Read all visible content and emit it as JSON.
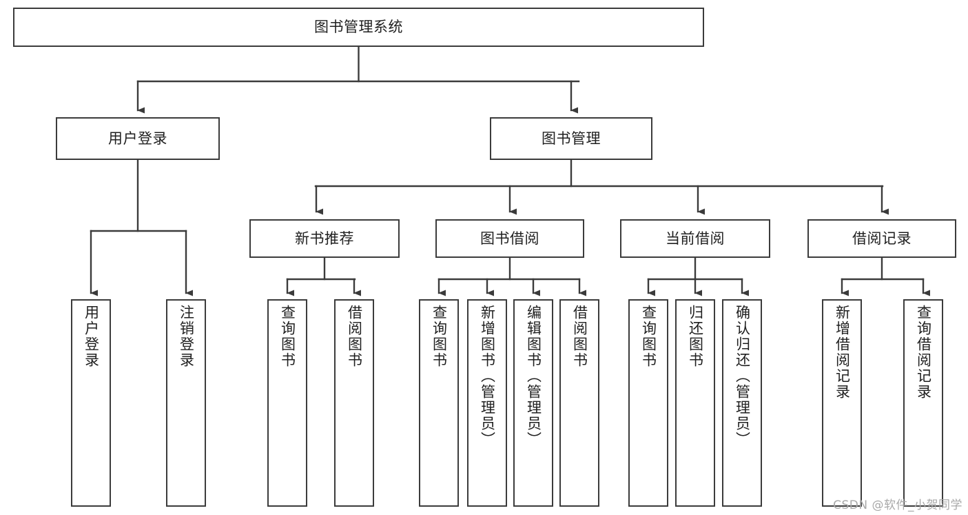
{
  "diagram": {
    "type": "hierarchy-tree",
    "title": "图书管理系统",
    "orientation": "top-down",
    "colors": {
      "box_border": "#3b3b3b",
      "box_fill": "#ffffff",
      "connector": "#3b3b3b",
      "text": "#1f1f1f",
      "watermark": "#a8a8a8"
    },
    "root": {
      "label": "图书管理系统"
    },
    "level2": [
      {
        "label": "用户登录"
      },
      {
        "label": "图书管理"
      }
    ],
    "level3": [
      {
        "label": "新书推荐"
      },
      {
        "label": "图书借阅"
      },
      {
        "label": "当前借阅"
      },
      {
        "label": "借阅记录"
      }
    ],
    "leaves": {
      "user_login": [
        {
          "label": "用户登录"
        },
        {
          "label": "注销登录"
        }
      ],
      "new_book_recommend": [
        {
          "label": "查询图书"
        },
        {
          "label": "借阅图书"
        }
      ],
      "book_borrow": [
        {
          "label": "查询图书"
        },
        {
          "label": "新增图书（管理员）"
        },
        {
          "label": "编辑图书（管理员）"
        },
        {
          "label": "借阅图书"
        }
      ],
      "current_borrow": [
        {
          "label": "查询图书"
        },
        {
          "label": "归还图书"
        },
        {
          "label": "确认归还（管理员）"
        }
      ],
      "borrow_record": [
        {
          "label": "新增借阅记录"
        },
        {
          "label": "查询借阅记录"
        }
      ]
    }
  },
  "watermark": {
    "text": "CSDN @软件_小贺同学"
  }
}
